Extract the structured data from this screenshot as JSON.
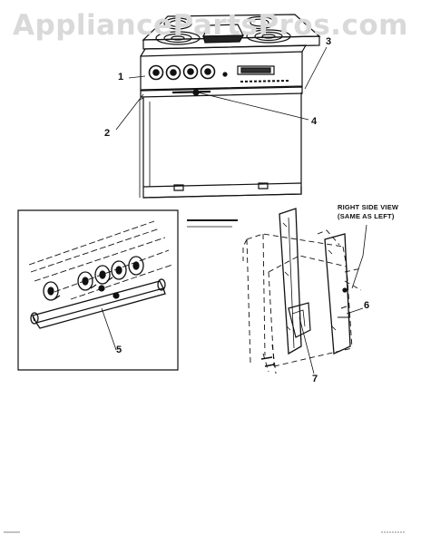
{
  "watermark": "AppliancePartsPros.com",
  "side_note": {
    "line1": "RIGHT SIDE VIEW",
    "line2": "(SAME AS LEFT)"
  },
  "callouts": [
    {
      "id": "1",
      "label": "1"
    },
    {
      "id": "2",
      "label": "2"
    },
    {
      "id": "3",
      "label": "3"
    },
    {
      "id": "4",
      "label": "4"
    },
    {
      "id": "5",
      "label": "5"
    },
    {
      "id": "6",
      "label": "6"
    },
    {
      "id": "7",
      "label": "7"
    }
  ]
}
